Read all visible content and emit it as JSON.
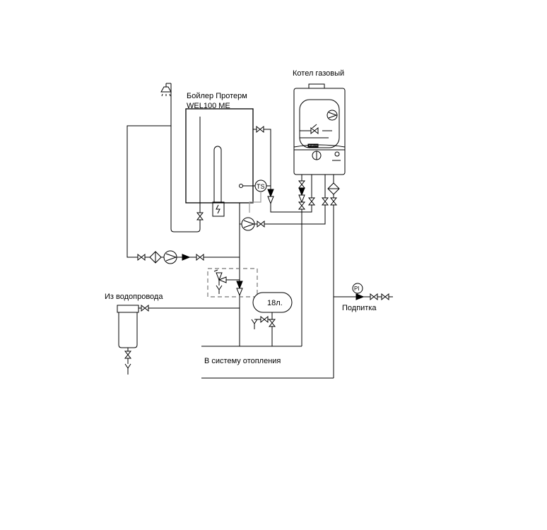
{
  "labels": {
    "boiler_title_line1": "Бойлер Протерм",
    "boiler_title_line2": "WEL100 ME",
    "gas_boiler_title": "Котел газовый",
    "from_water_supply": "Из водопровода",
    "to_heating_system": "В систему отопления",
    "make_up": "Подпитка",
    "expansion_tank_volume": "18л.",
    "temperature_sensor": "TS",
    "pressure_indicator": "PI",
    "boiler_brand_badge": "Protherm"
  }
}
